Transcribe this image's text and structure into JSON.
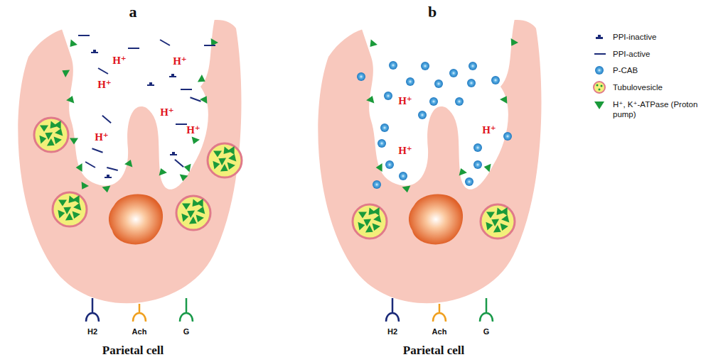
{
  "diagram": {
    "labels": [
      "a",
      "b",
      "H⁺",
      "H⁺",
      "H⁺",
      "H⁺",
      "H⁺",
      "H⁺",
      "H2",
      "Ach",
      "G",
      "Parietal cell",
      "H⁺",
      "H⁺",
      "H⁺",
      "H2",
      "Ach",
      "G",
      "Parietal cell"
    ],
    "legend": [
      {
        "text": "PPI-inactive"
      },
      {
        "text": "PPI-active"
      },
      {
        "text": "P-CAB"
      },
      {
        "text": "Tubulovesicle"
      },
      {
        "text": "H⁺, K⁺-ATPase (Proton pump)"
      }
    ]
  }
}
